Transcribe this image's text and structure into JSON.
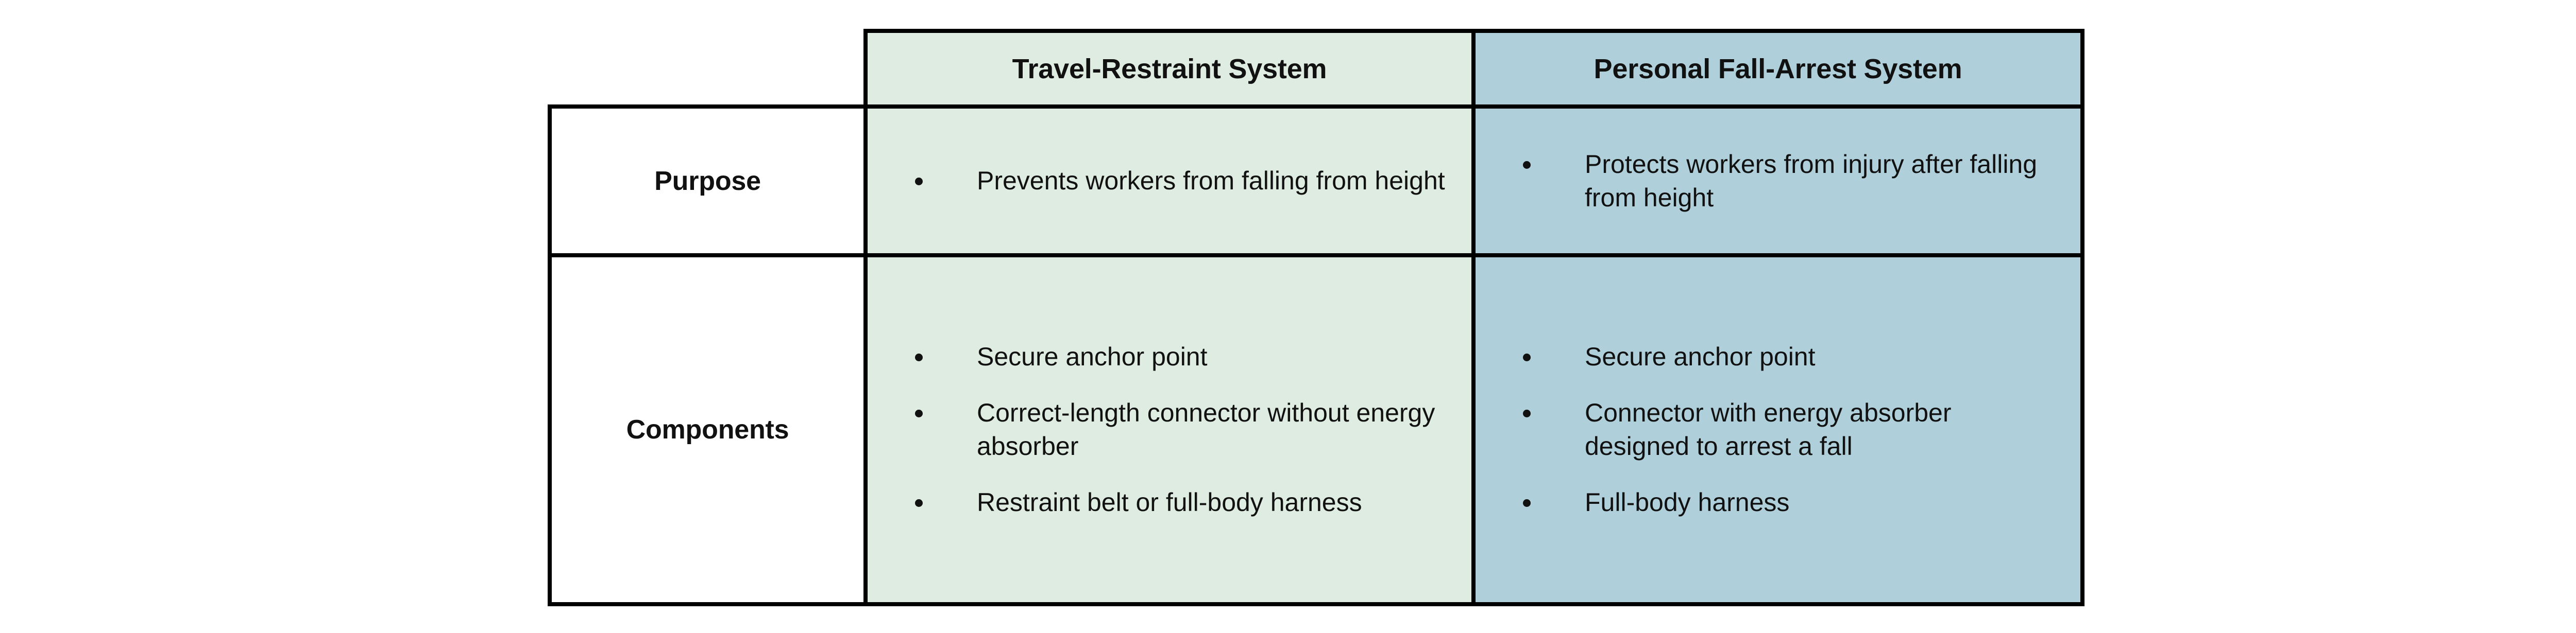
{
  "table": {
    "columns": [
      {
        "id": "label",
        "header": ""
      },
      {
        "id": "travel",
        "header": "Travel-Restraint System",
        "accent": "#dfece1"
      },
      {
        "id": "pfas",
        "header": "Personal Fall-Arrest System",
        "accent": "#afd0da"
      }
    ],
    "rows": [
      {
        "id": "purpose",
        "label": "Purpose",
        "travel": [
          "Prevents workers from falling from height"
        ],
        "pfas": [
          "Protects workers from injury after falling from height"
        ]
      },
      {
        "id": "components",
        "label": "Components",
        "travel": [
          "Secure anchor point",
          "Correct-length connector without energy absorber",
          "Restraint belt or full-body harness"
        ],
        "pfas": [
          "Secure anchor point",
          "Connector with energy absorber designed to arrest a fall",
          "Full-body harness"
        ]
      }
    ]
  },
  "style": {
    "background": "#ffffff",
    "border_color": "#000000",
    "text_color": "#111111",
    "green_fill": "#dfece1",
    "blue_fill": "#afd0da",
    "bullet_glyph": "bullet-dot"
  }
}
